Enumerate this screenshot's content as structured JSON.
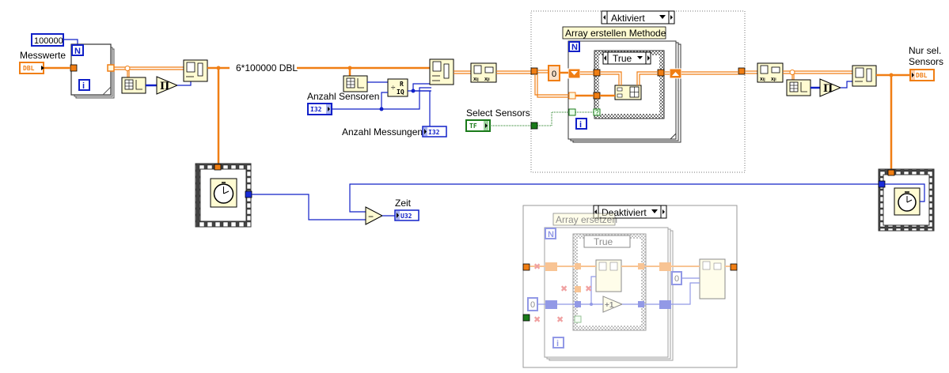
{
  "diagram": {
    "colors": {
      "dbl_wire": "#f07e14",
      "int_wire": "#0a22c8",
      "bool_wire": "#1a7a1a",
      "node_fill": "#fffbd2",
      "structure_border": "#555555",
      "disabled_border": "#999999"
    },
    "constants": {
      "iterations": "100000",
      "zero": "0",
      "zero_disabled": "0",
      "zero_disabled2": "0"
    },
    "controls": {
      "messwerte": {
        "label": "Messwerte",
        "type": "DBL"
      },
      "anzahl_sensoren": {
        "label": "Anzahl Sensoren",
        "type": "I32"
      },
      "select_sensors": {
        "label": "Select Sensors",
        "type": "TF"
      }
    },
    "indicators": {
      "anzahl_messungen": {
        "label": "Anzahl Messungen",
        "type": "I32"
      },
      "zeit": {
        "label": "Zeit",
        "type": "U32"
      },
      "nur_sel_sensors": {
        "label_line1": "Nur sel.",
        "label_line2": "Sensors",
        "type": "DBL"
      }
    },
    "wire_label": "6*100000 DBL",
    "loop_terminals": {
      "count": "N",
      "iteration": "i",
      "condition": "?"
    },
    "diagram_disable_active": {
      "selector": "Aktiviert",
      "comment": "Array erstellen Methode",
      "inner_case": "True"
    },
    "diagram_disable_inactive": {
      "selector": "Deaktiviert",
      "comment": "Array ersetzen",
      "inner_case": "True"
    },
    "nodes": {
      "quotient": {
        "top": "R",
        "bottom": "IQ"
      },
      "increment": "+1",
      "subtract": "−",
      "multiply": "Π"
    }
  }
}
